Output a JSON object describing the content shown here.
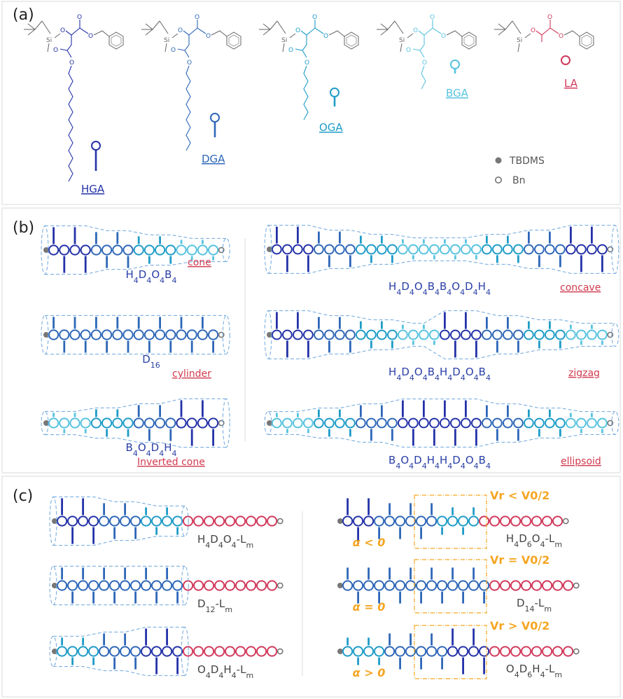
{
  "panels": {
    "a": "(a)",
    "b": "(b)",
    "c": "(c)"
  },
  "colors": {
    "H": "#2432a8",
    "D": "#2e67b8",
    "O": "#1f9cc8",
    "B": "#58c3df",
    "L": "#d13a5c",
    "terminal": "#777777",
    "envelope": "#6ea7dd",
    "box": "#f5a623",
    "panel_border": "#e6e6e6"
  },
  "panel_a": {
    "molecules": [
      {
        "key": "H",
        "label": "HGA",
        "chain": 15
      },
      {
        "key": "D",
        "label": "DGA",
        "chain": 11
      },
      {
        "key": "O",
        "label": "OGA",
        "chain": 7
      },
      {
        "key": "B",
        "label": "BGA",
        "chain": 3
      },
      {
        "key": "L",
        "label": "LA",
        "chain": 0
      }
    ],
    "atoms": {
      "si": "Si",
      "o": "O"
    },
    "legend": [
      {
        "icon": "filled-circle",
        "text": "TBDMS"
      },
      {
        "icon": "open-circle",
        "text": "Bn"
      }
    ]
  },
  "panel_b": {
    "left": [
      {
        "seq": "HHHHDDDDOOOOBBBB",
        "formula": "H4D4O4B4",
        "shape": "cone"
      },
      {
        "seq": "DDDDDDDDDDDDDDDD",
        "formula": "D16",
        "shape": "cylinder"
      },
      {
        "seq": "BBBBOOOODDDDHHHH",
        "formula": "B4O4D4H4",
        "shape": "Inverted cone"
      }
    ],
    "right": [
      {
        "seq": "HHHHDDDDOOOOBBBBBBBBOOOODDDDHHHH",
        "formula": "H4D4O4B4B4O4D4H4",
        "shape": "concave"
      },
      {
        "seq": "HHHHDDDDOOOOBBBBHHHHDDDDOOOOBBBB",
        "formula": "H4D4O4B4H4D4O4B4",
        "shape": "zigzag"
      },
      {
        "seq": "BBBBOOOODDDDHHHHHHHHDDDDOOOOBBBB",
        "formula": "B4O4D4H4H4D4O4B4",
        "shape": "ellipsoid"
      }
    ]
  },
  "panel_c": {
    "left": [
      {
        "seq": "HHHHDDDDOOOO",
        "formula": "H4D4O4-Lm"
      },
      {
        "seq": "DDDDDDDDDDDD",
        "formula": "D12-Lm"
      },
      {
        "seq": "OOOODDDDHHHH",
        "formula": "O4D4H4-Lm"
      }
    ],
    "right": [
      {
        "seq": "HHHDDDDDDOOOO",
        "formula": "H4D6O4-Lm",
        "alpha": "α < 0",
        "vr": "Vr < V0/2"
      },
      {
        "seq": "DDDDDDDDDDDDDD",
        "formula": "D14-Lm",
        "alpha": "α = 0",
        "vr": "Vr = V0/2"
      },
      {
        "seq": "OOOODDDDDDHHHH",
        "formula": "O4D6H4-Lm",
        "alpha": "α > 0",
        "vr": "Vr > V0/2"
      }
    ],
    "lactide_units": 9
  }
}
